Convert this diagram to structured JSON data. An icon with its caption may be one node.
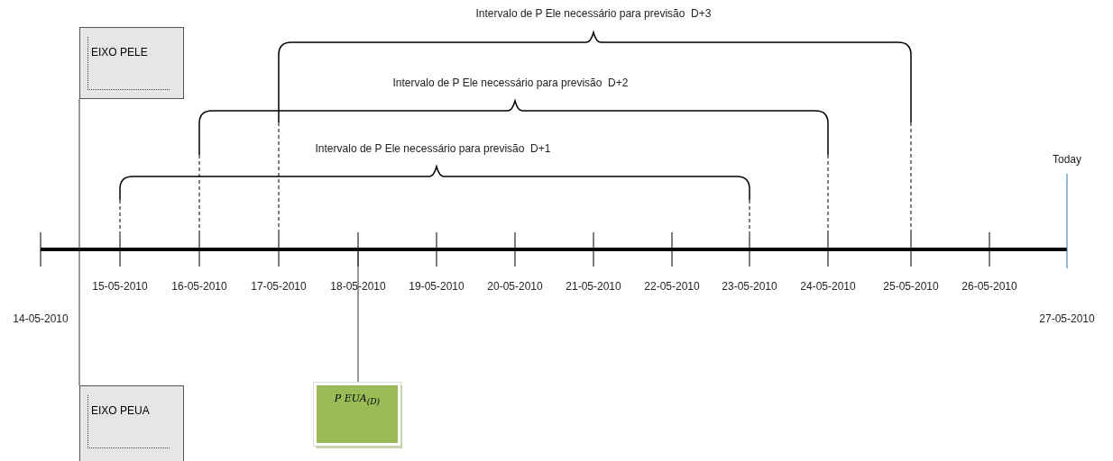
{
  "diagram": {
    "nodes": [
      {
        "text": [
          "EIXO PELE"
        ]
      },
      {
        "text": [
          "EIXO PEUA"
        ]
      },
      {
        "text": [
          "P EUA$_{(D)}$"
        ]
      }
    ],
    "edges": [
      {
        "from": 0,
        "to": 1,
        "arrow": "none"
      },
      {
        "from": null,
        "to": 2,
        "arrow": "none"
      }
    ],
    "labels": [
      "Intervalo de P Ele necessário para previsão  D+3",
      "Intervalo de P Ele necessário para previsão  D+2",
      "Intervalo de P Ele necessário para previsão  D+1",
      "Today",
      "15-05-2010",
      "16-05-2010",
      "17-05-2010",
      "18-05-2010",
      "19-05-2010",
      "20-05-2010",
      "21-05-2010",
      "22-05-2010",
      "23-05-2010",
      "24-05-2010",
      "25-05-2010",
      "26-05-2010",
      "14-05-2010",
      "27-05-2010"
    ]
  }
}
